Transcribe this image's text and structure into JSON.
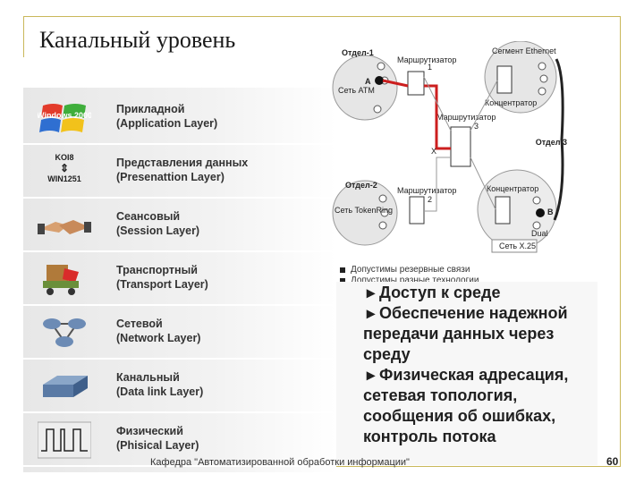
{
  "slide": {
    "title": "Канальный уровень",
    "footer": "Кафедра \"Автоматизированной обработки информации\"",
    "page_number": "60"
  },
  "layers": [
    {
      "name": "Прикладной",
      "en": "(Application Layer)",
      "icon": "windows-logo-icon",
      "icon_text": "Windows 2000"
    },
    {
      "name": "Представления данных",
      "en": "(Presenattion Layer)",
      "icon": "encoding-icon",
      "icon_text_top": "KOI8",
      "icon_text_bottom": "WIN1251"
    },
    {
      "name": "Сеансовый",
      "en": "(Session Layer)",
      "icon": "handshake-icon"
    },
    {
      "name": "Транспортный",
      "en": "(Transport Layer)",
      "icon": "delivery-cart-icon"
    },
    {
      "name": "Сетевой",
      "en": "(Network Layer)",
      "icon": "routers-icon"
    },
    {
      "name": "Канальный",
      "en": "(Data link Layer)",
      "icon": "switch-icon"
    },
    {
      "name": "Физический",
      "en": "(Phisical Layer)",
      "icon": "signal-wave-icon"
    }
  ],
  "diagram": {
    "dept1": "Отдел-1",
    "dept2": "Отдел-2",
    "dept3": "Отдел 3",
    "router1": "Маршрутизатор",
    "router1_num": "1",
    "router2": "Маршрутизатор",
    "router2_num": "2",
    "router3": "Маршрутизатор",
    "router3_num": "3",
    "hub1": "Концентратор",
    "hub2": "Концентратор",
    "segment": "Сегмент Ethernet",
    "net_atm": "Сеть ATM",
    "net_token": "Сеть TokenRing",
    "net_x25": "Сеть X.25",
    "point_a": "A",
    "point_b": "B",
    "x_mark": "X",
    "mux": "Dual",
    "accent_red": "#cc1f1f"
  },
  "legend": [
    "Допустимы резервные связи",
    "Допустимы разные технологии"
  ],
  "bullets": [
    "Доступ к среде",
    "Обеспечение надежной",
    "передачи данных через",
    "среду",
    "Физическая адресация,",
    "сетевая топология,",
    "сообщения об ошибках,",
    "контроль потока"
  ]
}
